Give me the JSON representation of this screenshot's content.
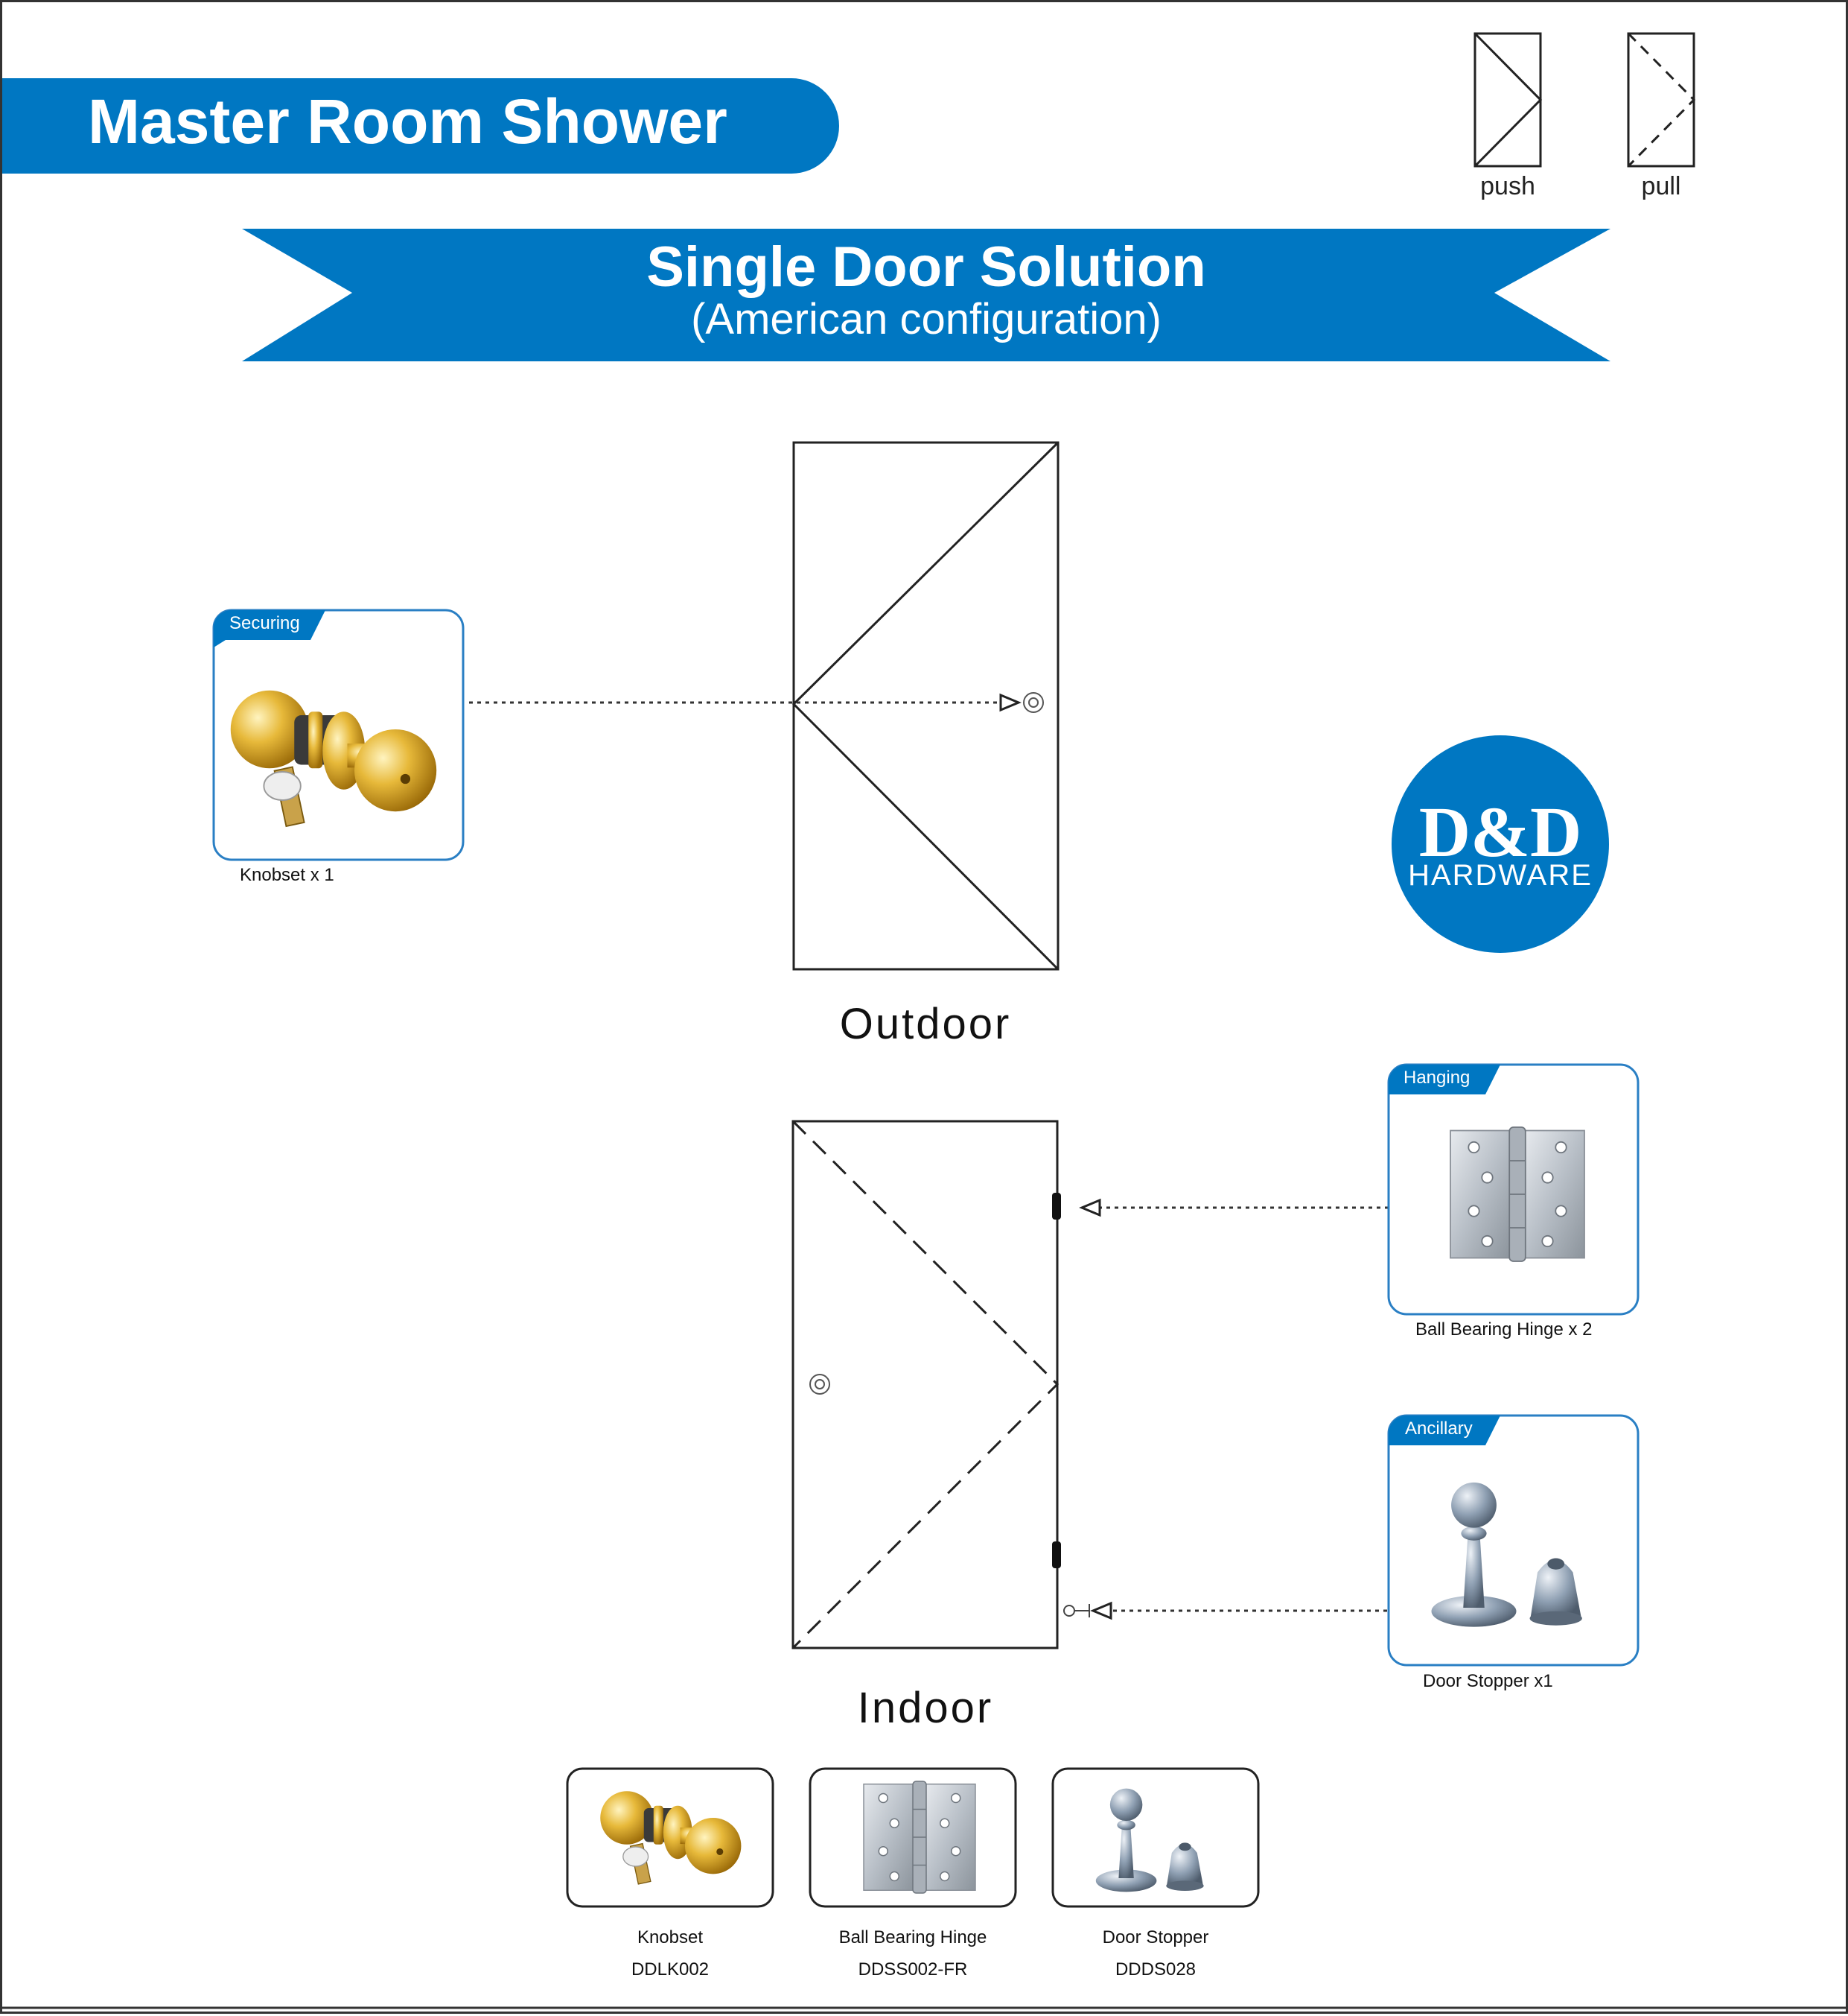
{
  "header": {
    "title": "Master Room Shower",
    "banner_title": "Single Door Solution",
    "banner_subtitle": "(American configuration)"
  },
  "legend": {
    "push": "push",
    "pull": "pull"
  },
  "doors": {
    "outdoor_label": "Outdoor",
    "indoor_label": "Indoor"
  },
  "cards": [
    {
      "tag": "Securing",
      "caption": "Knobset x 1",
      "icon": "knobset-icon"
    },
    {
      "tag": "Hanging",
      "caption": "Ball Bearing Hinge x 2",
      "icon": "hinge-icon"
    },
    {
      "tag": "Ancillary",
      "caption": "Door Stopper x1",
      "icon": "door-stopper-icon"
    }
  ],
  "logo": {
    "main": "D&D",
    "sub": "HARDWARE"
  },
  "products": [
    {
      "name": "Knobset",
      "code": "DDLK002",
      "icon": "knobset-icon"
    },
    {
      "name": "Ball Bearing Hinge",
      "code": "DDSS002-FR",
      "icon": "hinge-icon"
    },
    {
      "name": "Door Stopper",
      "code": "DDDS028",
      "icon": "door-stopper-icon"
    }
  ],
  "colors": {
    "brand_blue": "#0077C2",
    "card_border": "#2a7fc4",
    "line": "#222222",
    "gold": "#d6a520",
    "steel": "#b8bfc7"
  }
}
